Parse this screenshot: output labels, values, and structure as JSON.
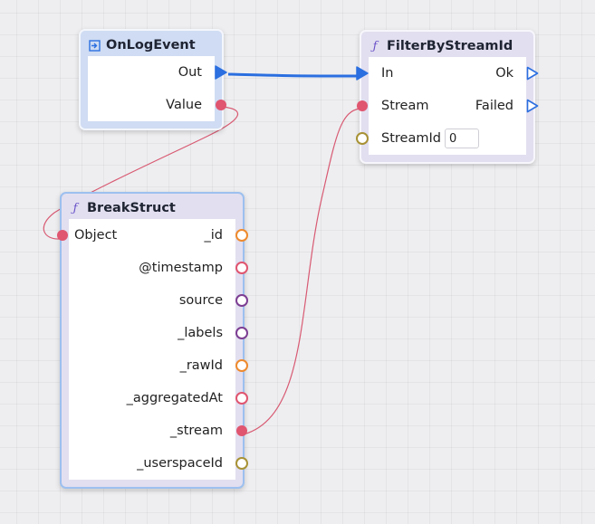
{
  "theme": {
    "exec_color": "#2b6fe0",
    "struct_color": "#e0556f",
    "string_color": "#ee8a2d",
    "object_color": "#7d3e92",
    "number_color": "#a89235"
  },
  "nodes": {
    "on_log_event": {
      "title": "OnLogEvent",
      "icon": "event-entry-icon",
      "outputs": {
        "out": "Out",
        "value": "Value"
      }
    },
    "filter_by_stream_id": {
      "title": "FilterByStreamId",
      "icon": "function-icon",
      "icon_glyph": "ƒ",
      "inputs": {
        "in": "In",
        "stream": "Stream",
        "stream_id": "StreamId",
        "stream_id_value": "0"
      },
      "outputs": {
        "ok": "Ok",
        "failed": "Failed"
      }
    },
    "break_struct": {
      "title": "BreakStruct",
      "icon": "function-icon",
      "icon_glyph": "ƒ",
      "inputs": {
        "object": "Object"
      },
      "outputs": {
        "id": "_id",
        "timestamp": "@timestamp",
        "source": "source",
        "labels": "_labels",
        "raw_id": "_rawId",
        "aggregated_at": "_aggregatedAt",
        "stream": "_stream",
        "userspace_id": "_userspaceId"
      }
    }
  }
}
